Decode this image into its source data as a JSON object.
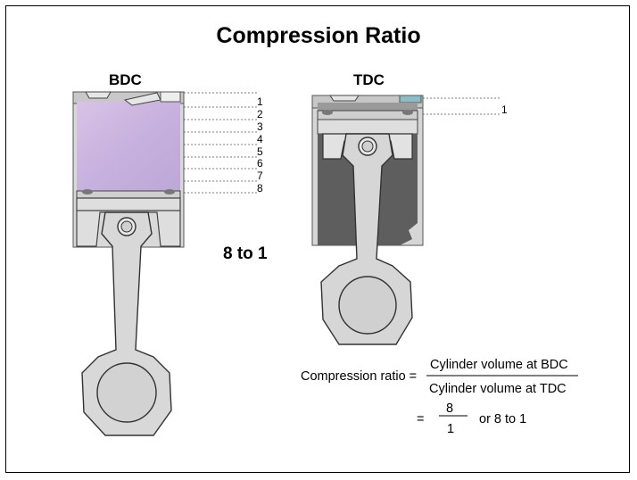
{
  "title": "Compression Ratio",
  "bdc": {
    "label": "BDC",
    "markers": [
      "1",
      "2",
      "3",
      "4",
      "5",
      "6",
      "7",
      "8"
    ]
  },
  "tdc": {
    "label": "TDC",
    "markers": [
      "1"
    ]
  },
  "ratio_label": "8 to 1",
  "formula": {
    "lhs": "Compression ratio =",
    "numerator": "Cylinder volume at BDC",
    "denominator": "Cylinder volume at TDC",
    "equals": "=",
    "fraction_numerator": "8",
    "fraction_denominator": "1",
    "alt": "or 8 to 1"
  },
  "colors": {
    "combustion_gas": "#c9b3de",
    "cylinder_wall": "#d4d4d4",
    "piston": "#dcdcdc",
    "dark_metal": "#5a5a5a",
    "valve_accent": "#8fbcc4"
  }
}
